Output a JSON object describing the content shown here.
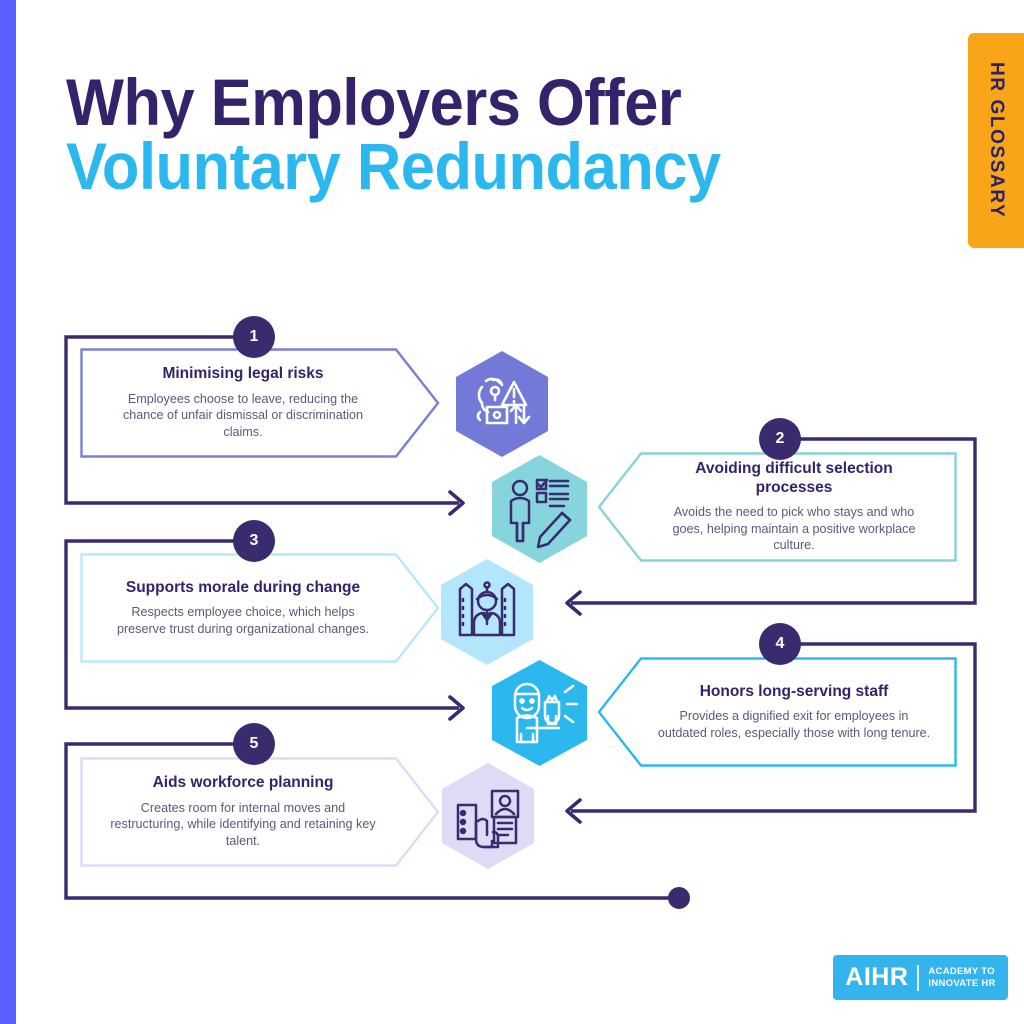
{
  "brand": {
    "stripe_color": "#5B5FFF",
    "glossary_tab_label": "HR GLOSSARY",
    "glossary_tab_bg": "#F9A51A",
    "glossary_tab_text_color": "#2E2263"
  },
  "header": {
    "title_line_1": "Why Employers Offer",
    "title_line_2": "Voluntary Redundancy",
    "title_color_1": "#34236B",
    "title_color_2": "#2BB8EF"
  },
  "steps": [
    {
      "number": "1",
      "title": "Minimising legal risks",
      "description": "Employees choose to leave, reducing the chance of unfair dismissal or discrimination claims.",
      "side": "left",
      "card_border_color": "#7B7FD4",
      "hex_fill": "#7279D6",
      "icon_color": "#FFFFFF",
      "icon_name": "legal-risk-icon"
    },
    {
      "number": "2",
      "title": "Avoiding difficult selection processes",
      "description": "Avoids the need to pick who stays and who goes, helping maintain a positive workplace culture.",
      "side": "right",
      "card_border_color": "#86D4D8",
      "hex_fill": "#86D4DC",
      "icon_color": "#3A2A6E",
      "icon_name": "employee-checklist-icon"
    },
    {
      "number": "3",
      "title": "Supports morale during change",
      "description": "Respects employee choice, which helps preserve trust during organizational changes.",
      "side": "left",
      "card_border_color": "#B9E8FB",
      "hex_fill": "#B3E5FB",
      "icon_color": "#3A2A6E",
      "icon_name": "worker-morale-icon"
    },
    {
      "number": "4",
      "title": "Honors long-serving staff",
      "description": "Provides a dignified exit for employees in outdated roles, especially those with long tenure.",
      "side": "right",
      "card_border_color": "#2BB8EF",
      "hex_fill": "#2BB8EF",
      "icon_color": "#FFFFFF",
      "icon_name": "award-trophy-icon"
    },
    {
      "number": "5",
      "title": "Aids workforce planning",
      "description": "Creates room for internal moves and restructuring, while identifying and retaining key talent.",
      "side": "left",
      "card_border_color": "#DCDCF7",
      "hex_fill": "#DEDBF7",
      "icon_color": "#3A2A6E",
      "icon_name": "workforce-planning-icon"
    }
  ],
  "footer": {
    "logo_main": "AIHR",
    "logo_sub_line_1": "ACADEMY TO",
    "logo_sub_line_2": "INNOVATE HR",
    "logo_bg": "#34B4EC"
  },
  "theme": {
    "connector_color": "#3A2A6E",
    "badge_color": "#3A2A6E",
    "title_text_color": "#34236B",
    "body_text_color": "#5A5A78"
  }
}
